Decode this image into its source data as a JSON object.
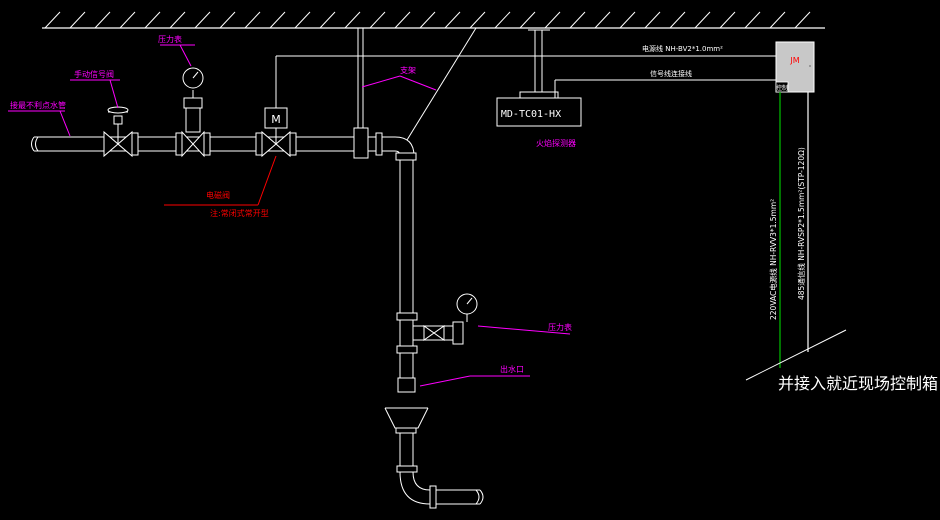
{
  "labels": {
    "pressure_gauge_top": "压力表",
    "manual_valve": "手动信号阀",
    "fire_pipe": "接最不利点水管",
    "support": "支架",
    "solenoid_valve": "电磁阀",
    "solenoid_note": "注:常闭式常开型",
    "device_box": "MD-TC01-HX",
    "detector": "火焰探测器",
    "power_cable": "电源线 NH-BV2*1.0mm²",
    "signal_cable": "信号线连接线",
    "controller_logo": "JM",
    "controller_tag": "控制",
    "cable_220v": "220VAC电源线 NH-RVV3*1.5mm²",
    "cable_485": "485通信线 NH-RVSP2*1.5mm²(STP-120Ω)",
    "pressure_gauge_bottom": "压力表",
    "outlet": "出水口",
    "connect_note": "并接入就近现场控制箱"
  },
  "colors": {
    "line": "#ffffff",
    "annotation": "#ff00ff",
    "red": "#ff0000",
    "green": "#00c000",
    "box_fill": "#c8c8c8",
    "logo_red": "#ff0000"
  }
}
